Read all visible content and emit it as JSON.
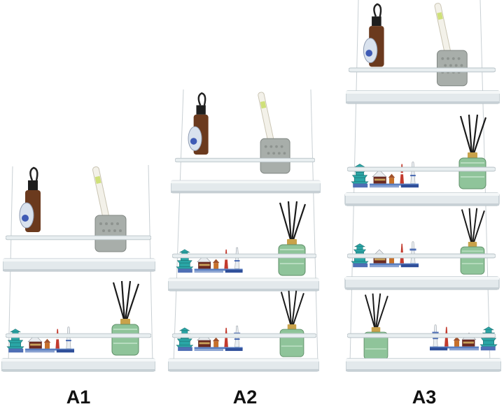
{
  "labels": {
    "a1": "A1",
    "a2": "A2",
    "a3": "A3"
  },
  "colors": {
    "acrylic": "#dfe6ea",
    "acrylic_edge": "#b7c2c8",
    "rope": "#c9d0d4",
    "diffuser_glass": "#8fc49a",
    "diffuser_cap": "#c9a24a",
    "reed": "#1a1a1a",
    "bottle_amber": "#6b3a1e",
    "toothbrush_cup": "#a8aeaa",
    "pagoda_teal": "#2aa6a6",
    "tower_red": "#c23b2e"
  }
}
